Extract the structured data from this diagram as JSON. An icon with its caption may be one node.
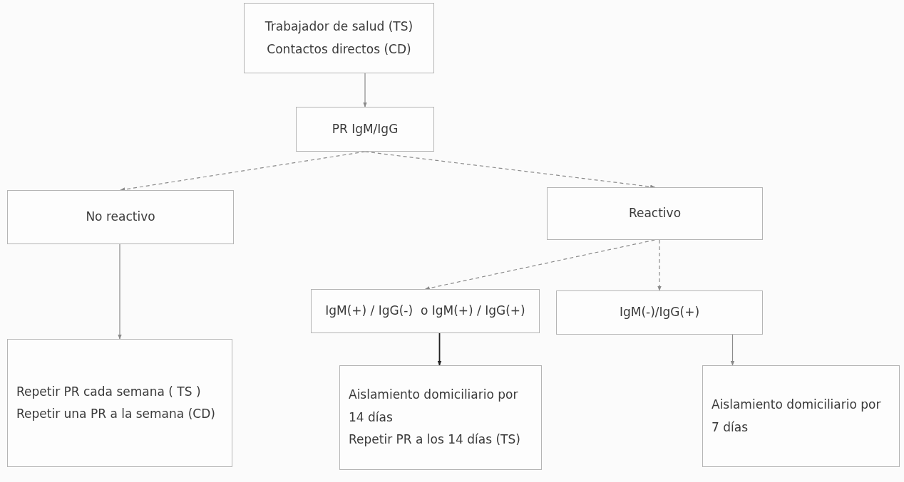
{
  "diagram": {
    "nodes": [
      {
        "text": [
          "Trabajador de salud (TS)",
          "Contactos directos (CD)"
        ]
      },
      {
        "text": [
          "PR IgM/IgG"
        ]
      },
      {
        "text": [
          "No reactivo"
        ]
      },
      {
        "text": [
          "Reactivo"
        ]
      },
      {
        "text": [
          "IgM(+) / IgG(-)  o IgM(+) / IgG(+)"
        ]
      },
      {
        "text": [
          "IgM(-)/IgG(+)"
        ]
      },
      {
        "text": [
          "Repetir PR cada semana ( TS )",
          "Repetir una PR a la semana (CD)"
        ]
      },
      {
        "text": [
          "Aislamiento domiciliario por 14 días",
          "Repetir PR a los 14 días (TS)"
        ]
      },
      {
        "text": [
          "Aislamiento domiciliario por 7 días"
        ]
      }
    ],
    "edges": [
      {
        "from": 0,
        "to": 1,
        "arrow": "to"
      },
      {
        "from": 1,
        "to": 2,
        "arrow": "to",
        "style": "dashed"
      },
      {
        "from": 1,
        "to": 3,
        "arrow": "to",
        "style": "dashed"
      },
      {
        "from": 2,
        "to": 6,
        "arrow": "to"
      },
      {
        "from": 3,
        "to": 4,
        "arrow": "to",
        "style": "dashed"
      },
      {
        "from": 3,
        "to": 5,
        "arrow": "to",
        "style": "dashed"
      },
      {
        "from": 4,
        "to": 7,
        "arrow": "to",
        "color": "#222222"
      },
      {
        "from": 5,
        "to": 8,
        "arrow": "to"
      }
    ]
  }
}
